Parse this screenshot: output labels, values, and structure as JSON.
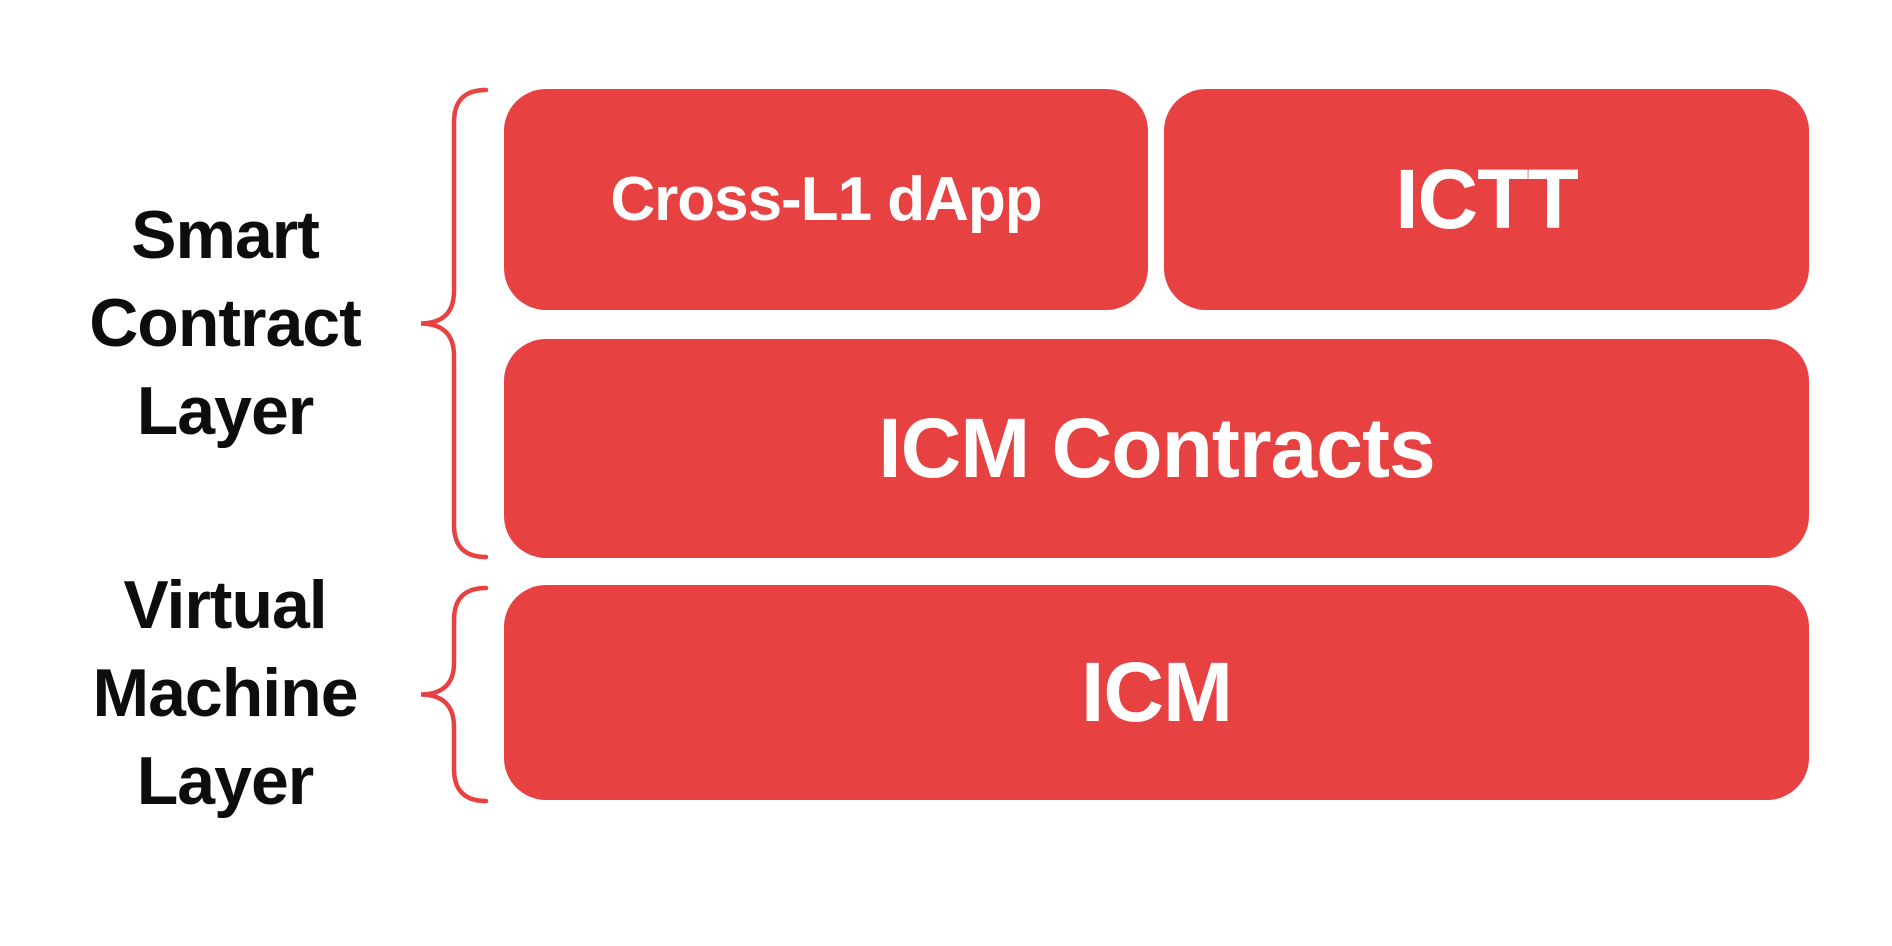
{
  "colors": {
    "box_fill": "#E84142",
    "box_text": "#FFFFFF",
    "label_text": "#0D0D0D",
    "brace": "#E84142",
    "background": "#FFFFFF"
  },
  "layers": {
    "smart_contract": {
      "label": "Smart Contract Layer",
      "lines": [
        "Smart",
        "Contract",
        "Layer"
      ]
    },
    "virtual_machine": {
      "label": "Virtual Machine Layer",
      "lines": [
        "Virtual",
        "Machine",
        "Layer"
      ]
    }
  },
  "boxes": {
    "cross_l1_dapp": {
      "label": "Cross-L1 dApp"
    },
    "ictt": {
      "label": "ICTT"
    },
    "icm_contracts": {
      "label": "ICM Contracts"
    },
    "icm": {
      "label": "ICM"
    }
  }
}
